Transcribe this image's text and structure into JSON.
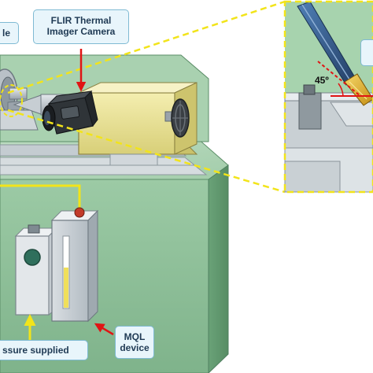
{
  "labels": {
    "spindle_partial": "le",
    "flir_line1": "FLIR Thermal",
    "flir_line2": "Imager Camera",
    "pressure_partial": "ssure supplied",
    "mql_line1": "MQL",
    "mql_line2": "device",
    "angle": "45º"
  },
  "colors": {
    "callout_dashed": "#f2e41a",
    "pointer_red": "#e01414",
    "machine_green": "#8fc09a",
    "camera_dark": "#2f3438",
    "tailstock_yellow": "#ece49a",
    "label_fill": "#e8f5fb",
    "label_border": "#7fbad3",
    "label_text": "#1f3a54",
    "nozzle_yellow": "#e6b530",
    "cooling_line_yellow": "#f2e41a"
  }
}
